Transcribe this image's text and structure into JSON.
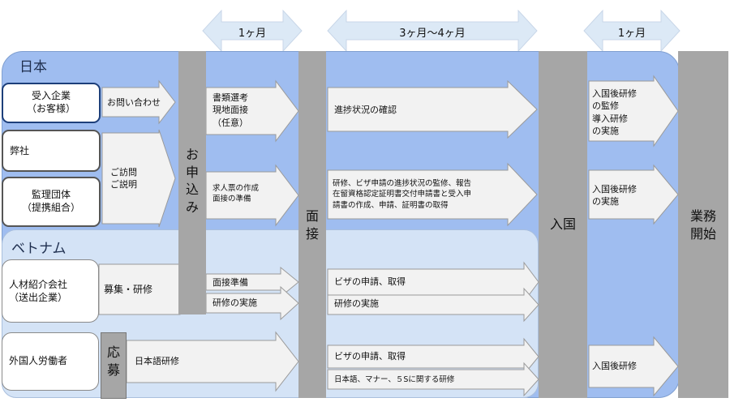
{
  "durations": [
    "1ヶ月",
    "3ヶ月～4ヶ月",
    "1ヶ月"
  ],
  "regions": {
    "japan": "日本",
    "vietnam": "ベトナム"
  },
  "actors": {
    "client": [
      "受入企業",
      "（お客様）"
    ],
    "company": "弊社",
    "supervisor": [
      "監理団体",
      "（提携組合）"
    ],
    "agency": [
      "人材紹介会社",
      "（送出企業）"
    ],
    "worker": "外国人労働者"
  },
  "stages": {
    "apply": [
      "お",
      "申",
      "込",
      "み"
    ],
    "interview": [
      "面",
      "接"
    ],
    "entry": "入国",
    "start": [
      "業務",
      "開始"
    ],
    "oubo": [
      "応",
      "募"
    ]
  },
  "arrows": {
    "inquiry": "お問い合わせ",
    "visit": "ご訪問\nご説明",
    "doc_screening": "書類選考\n現地面接\n（任意）",
    "job_offer": "求人票の作成\n面接の準備",
    "progress_check": "進捗状況の確認",
    "visa_monitor": "研修、ビザ申請の進捗状況の監修、報告\n在留資格認定証明書交付申請書と受入申\n請書の作成、申請、証明書の取得",
    "post_entry_training_supervise": "入国後研修\nの監修\n導入研修\nの実施",
    "post_entry_training_impl": "入国後研修\nの実施",
    "recruit_training": "募集・研修",
    "interview_prep": "面接準備",
    "training_impl": "研修の実施",
    "visa_apply_1": "ビザの申請、取得",
    "training_impl_2": "研修の実施",
    "japanese_training": "日本語研修",
    "visa_apply_2": "ビザの申請、取得",
    "language_manners": "日本語、マナー、５Sに関する研修",
    "post_entry_training": "入国後研修"
  },
  "colors": {
    "japan_bg": "#9fbdf0",
    "vietnam_bg": "#d4e3f6",
    "bar": "#a6a6a6",
    "arrow_fill": "#f2f2f2",
    "duration_arrow": "#dce9f6"
  }
}
